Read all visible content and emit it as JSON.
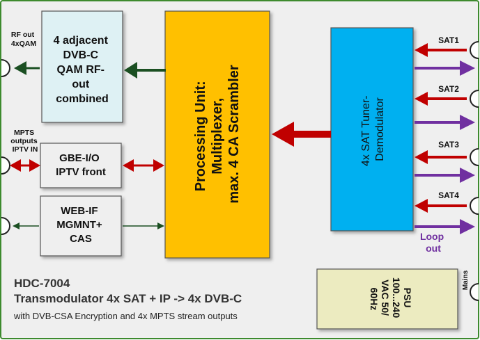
{
  "blocks": {
    "rf_combiner": [
      "4 adjacent",
      "DVB-C",
      "QAM RF-",
      "out",
      "combined"
    ],
    "gbe": [
      "GBE-I/O",
      "IPTV front"
    ],
    "webif": [
      "WEB-IF",
      "MGMNT+",
      "CAS"
    ],
    "processing": [
      "Processing Unit:",
      "Multiplexer,",
      "max. 4 CA Scrambler"
    ],
    "tuner": [
      "4x SAT Tuner-",
      "Demodulator"
    ],
    "psu": [
      "PSU",
      "100...240",
      "VAC 50/",
      "60Hz"
    ]
  },
  "ports": {
    "rf_out": [
      "RF out",
      "4xQAM"
    ],
    "mpts": [
      "MPTS",
      "outputs",
      "IPTV IN"
    ],
    "mains": "Mains",
    "sat": [
      "SAT1",
      "SAT2",
      "SAT3",
      "SAT4"
    ],
    "loop_out": [
      "Loop",
      "out"
    ]
  },
  "footer": {
    "model": "HDC-7004",
    "title": "Transmodulator 4x SAT + IP -> 4x DVB-C",
    "subtitle": "with DVB-CSA Encryption and 4x MPTS stream outputs"
  },
  "colors": {
    "background": "#efefef",
    "frame": "#3d8a2e",
    "rf_block": "#def1f4",
    "processing_block": "#ffc000",
    "tuner_block": "#00b0f0",
    "psu_block": "#ecebc0",
    "neutral_block": "#efefef",
    "arrow_green": "#1b4f22",
    "arrow_red": "#c00000",
    "arrow_purple": "#7030a0",
    "loop_text": "#7030a0"
  }
}
